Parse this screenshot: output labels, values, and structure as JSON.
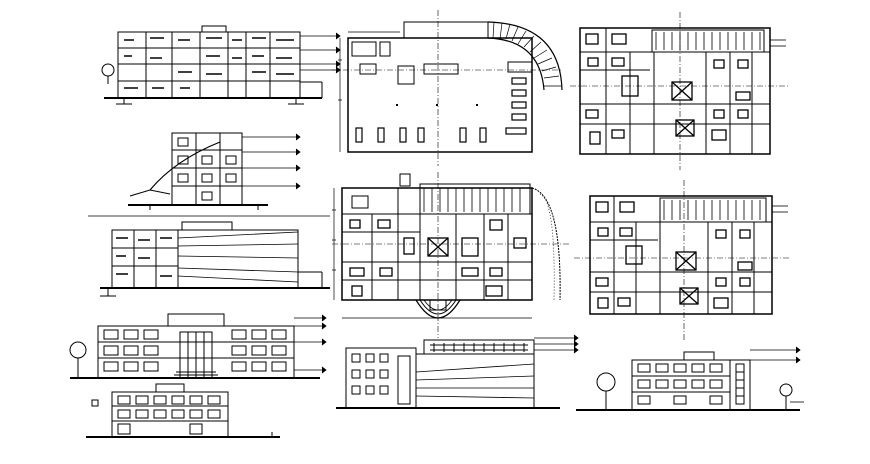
{
  "sheet": {
    "background": "#ffffff",
    "ink": "#000000",
    "drawings": [
      {
        "id": "section-a",
        "kind": "section"
      },
      {
        "id": "side-elevation",
        "kind": "elevation"
      },
      {
        "id": "long-section",
        "kind": "section"
      },
      {
        "id": "front-elevation-left",
        "kind": "elevation"
      },
      {
        "id": "front-elevation-small",
        "kind": "elevation"
      },
      {
        "id": "basement-parking-plan",
        "kind": "plan"
      },
      {
        "id": "ground-floor-plan",
        "kind": "plan"
      },
      {
        "id": "rear-elevation",
        "kind": "elevation"
      },
      {
        "id": "first-floor-plan",
        "kind": "plan"
      },
      {
        "id": "second-floor-plan",
        "kind": "plan"
      },
      {
        "id": "right-elevation",
        "kind": "elevation"
      }
    ]
  }
}
